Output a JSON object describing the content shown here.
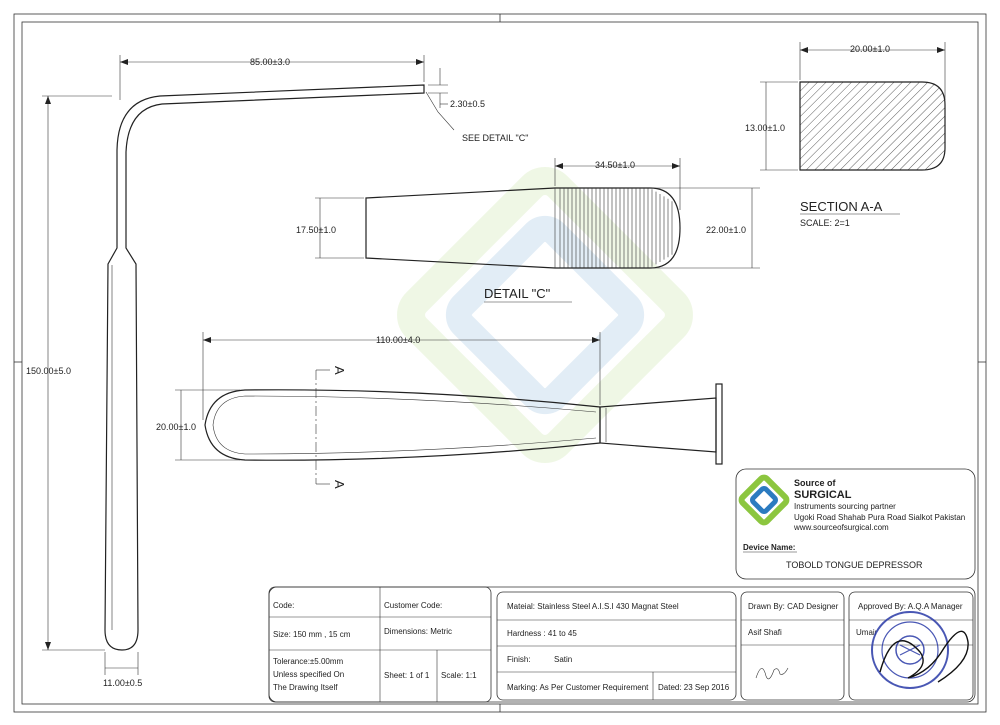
{
  "dims": {
    "top_length": "85.00±3.0",
    "tip_thickness": "2.30±0.5",
    "see_detail": "SEE DETAIL  \"C\"",
    "overall_length": "150.00±5.0",
    "handle_width": "11.00±0.5",
    "detail_serration": "34.50±1.0",
    "detail_left_h": "17.50±1.0",
    "detail_right_h": "22.00±1.0",
    "handle_length": "110.00±4.0",
    "handle_height": "20.00±1.0",
    "section_width": "20.00±1.0",
    "section_height": "13.00±1.0"
  },
  "labels": {
    "detail_c": "DETAIL  \"C\"",
    "section_title": "SECTION  A-A",
    "section_scale": "SCALE:   2=1",
    "cut_a_top": "A",
    "cut_a_bottom": "A"
  },
  "company": {
    "name_line1": "Source of",
    "name_line2": "SURGICAL",
    "tagline": "Instruments sourcing partner",
    "address": "Ugoki Road Shahab Pura Road Sialkot Pakistan",
    "website": "www.sourceofsurgical.com",
    "device_label": "Device Name:",
    "device_name": "TOBOLD TONGUE DEPRESSOR"
  },
  "title_block": {
    "code": "Code:",
    "customer_code": "Customer Code:",
    "size": "Size:   150 mm , 15 cm",
    "dimensions": "Dimensions: Metric",
    "tolerance_1": "Tolerance:±5.00mm",
    "tolerance_2": "Unless specified On",
    "tolerance_3": "The Drawing Itself",
    "sheet": "Sheet:  1 of 1",
    "scale": "Scale:  1:1",
    "material": "Mateial: Stainless Steel A.I.S.I 430 Magnat Steel",
    "hardness": "Hardness :    41 to 45",
    "finish_label": "Finish:",
    "finish_value": "Satin",
    "marking": "Marking: As Per Customer Requirement",
    "dated": "Dated: 23 Sep 2016",
    "drawn_by": "Drawn By: CAD Designer",
    "drawer_name": "Asif Shafi",
    "approved_by": "Approved By: A.Q.A Manager",
    "approver_name": "Umair"
  },
  "colors": {
    "logo_green": "#8cc63f",
    "logo_blue": "#2b7bc0",
    "stamp_blue": "#2a3aa8"
  }
}
